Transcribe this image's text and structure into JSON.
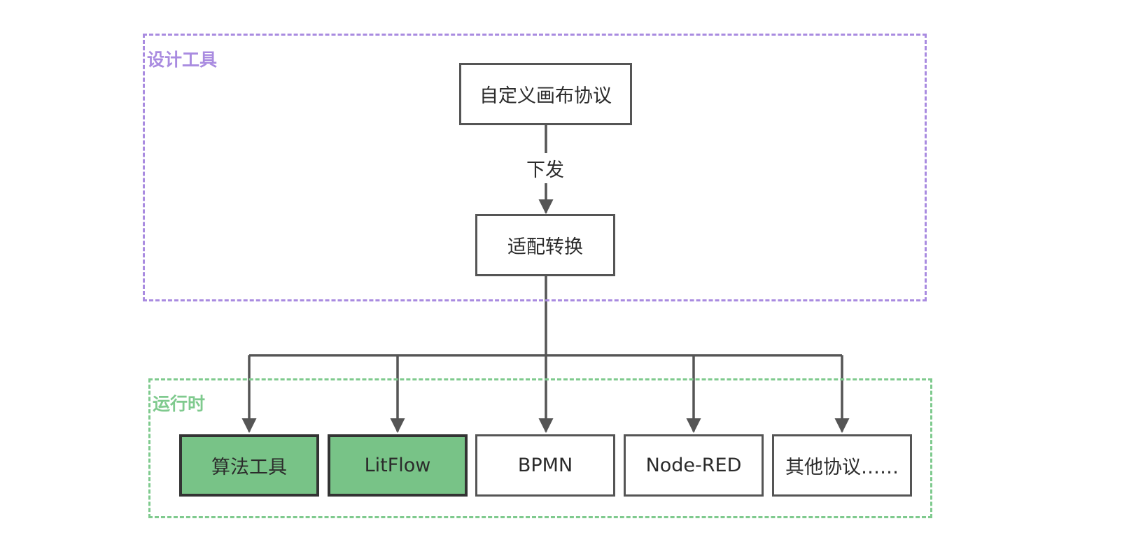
{
  "groups": {
    "design": {
      "label": "设计工具",
      "color": "#a98be0"
    },
    "runtime": {
      "label": "运行时",
      "color": "#7fca8e"
    }
  },
  "nodes": {
    "custom_protocol": "自定义画布协议",
    "adapter": "适配转换",
    "algorithm_tool": "算法工具",
    "litflow": "LitFlow",
    "bpmn": "BPMN",
    "node_red": "Node-RED",
    "other_protocols": "其他协议……"
  },
  "edges": {
    "dispatch_label": "下发"
  },
  "colors": {
    "line": "#555555",
    "highlight_fill": "#78c387"
  }
}
